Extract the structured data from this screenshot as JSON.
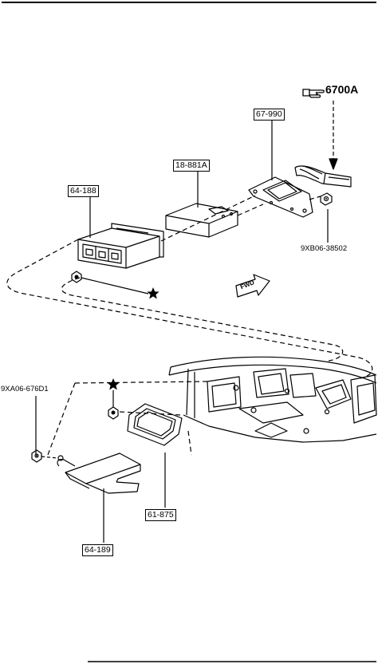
{
  "diagram": {
    "reference": {
      "arrow_icon": "pointing-hand-icon",
      "label": "6700A"
    },
    "callouts": {
      "p67_990": "67-990",
      "p18_881a": "18-881A",
      "p64_188": "64-188",
      "p9xb06": "9XB06-38502",
      "p9xa06": "9XA06-676D1",
      "p61_875": "61-875",
      "p64_189": "64-189"
    },
    "fwd_label": "FWD",
    "colors": {
      "line": "#000000",
      "background": "#ffffff"
    }
  }
}
